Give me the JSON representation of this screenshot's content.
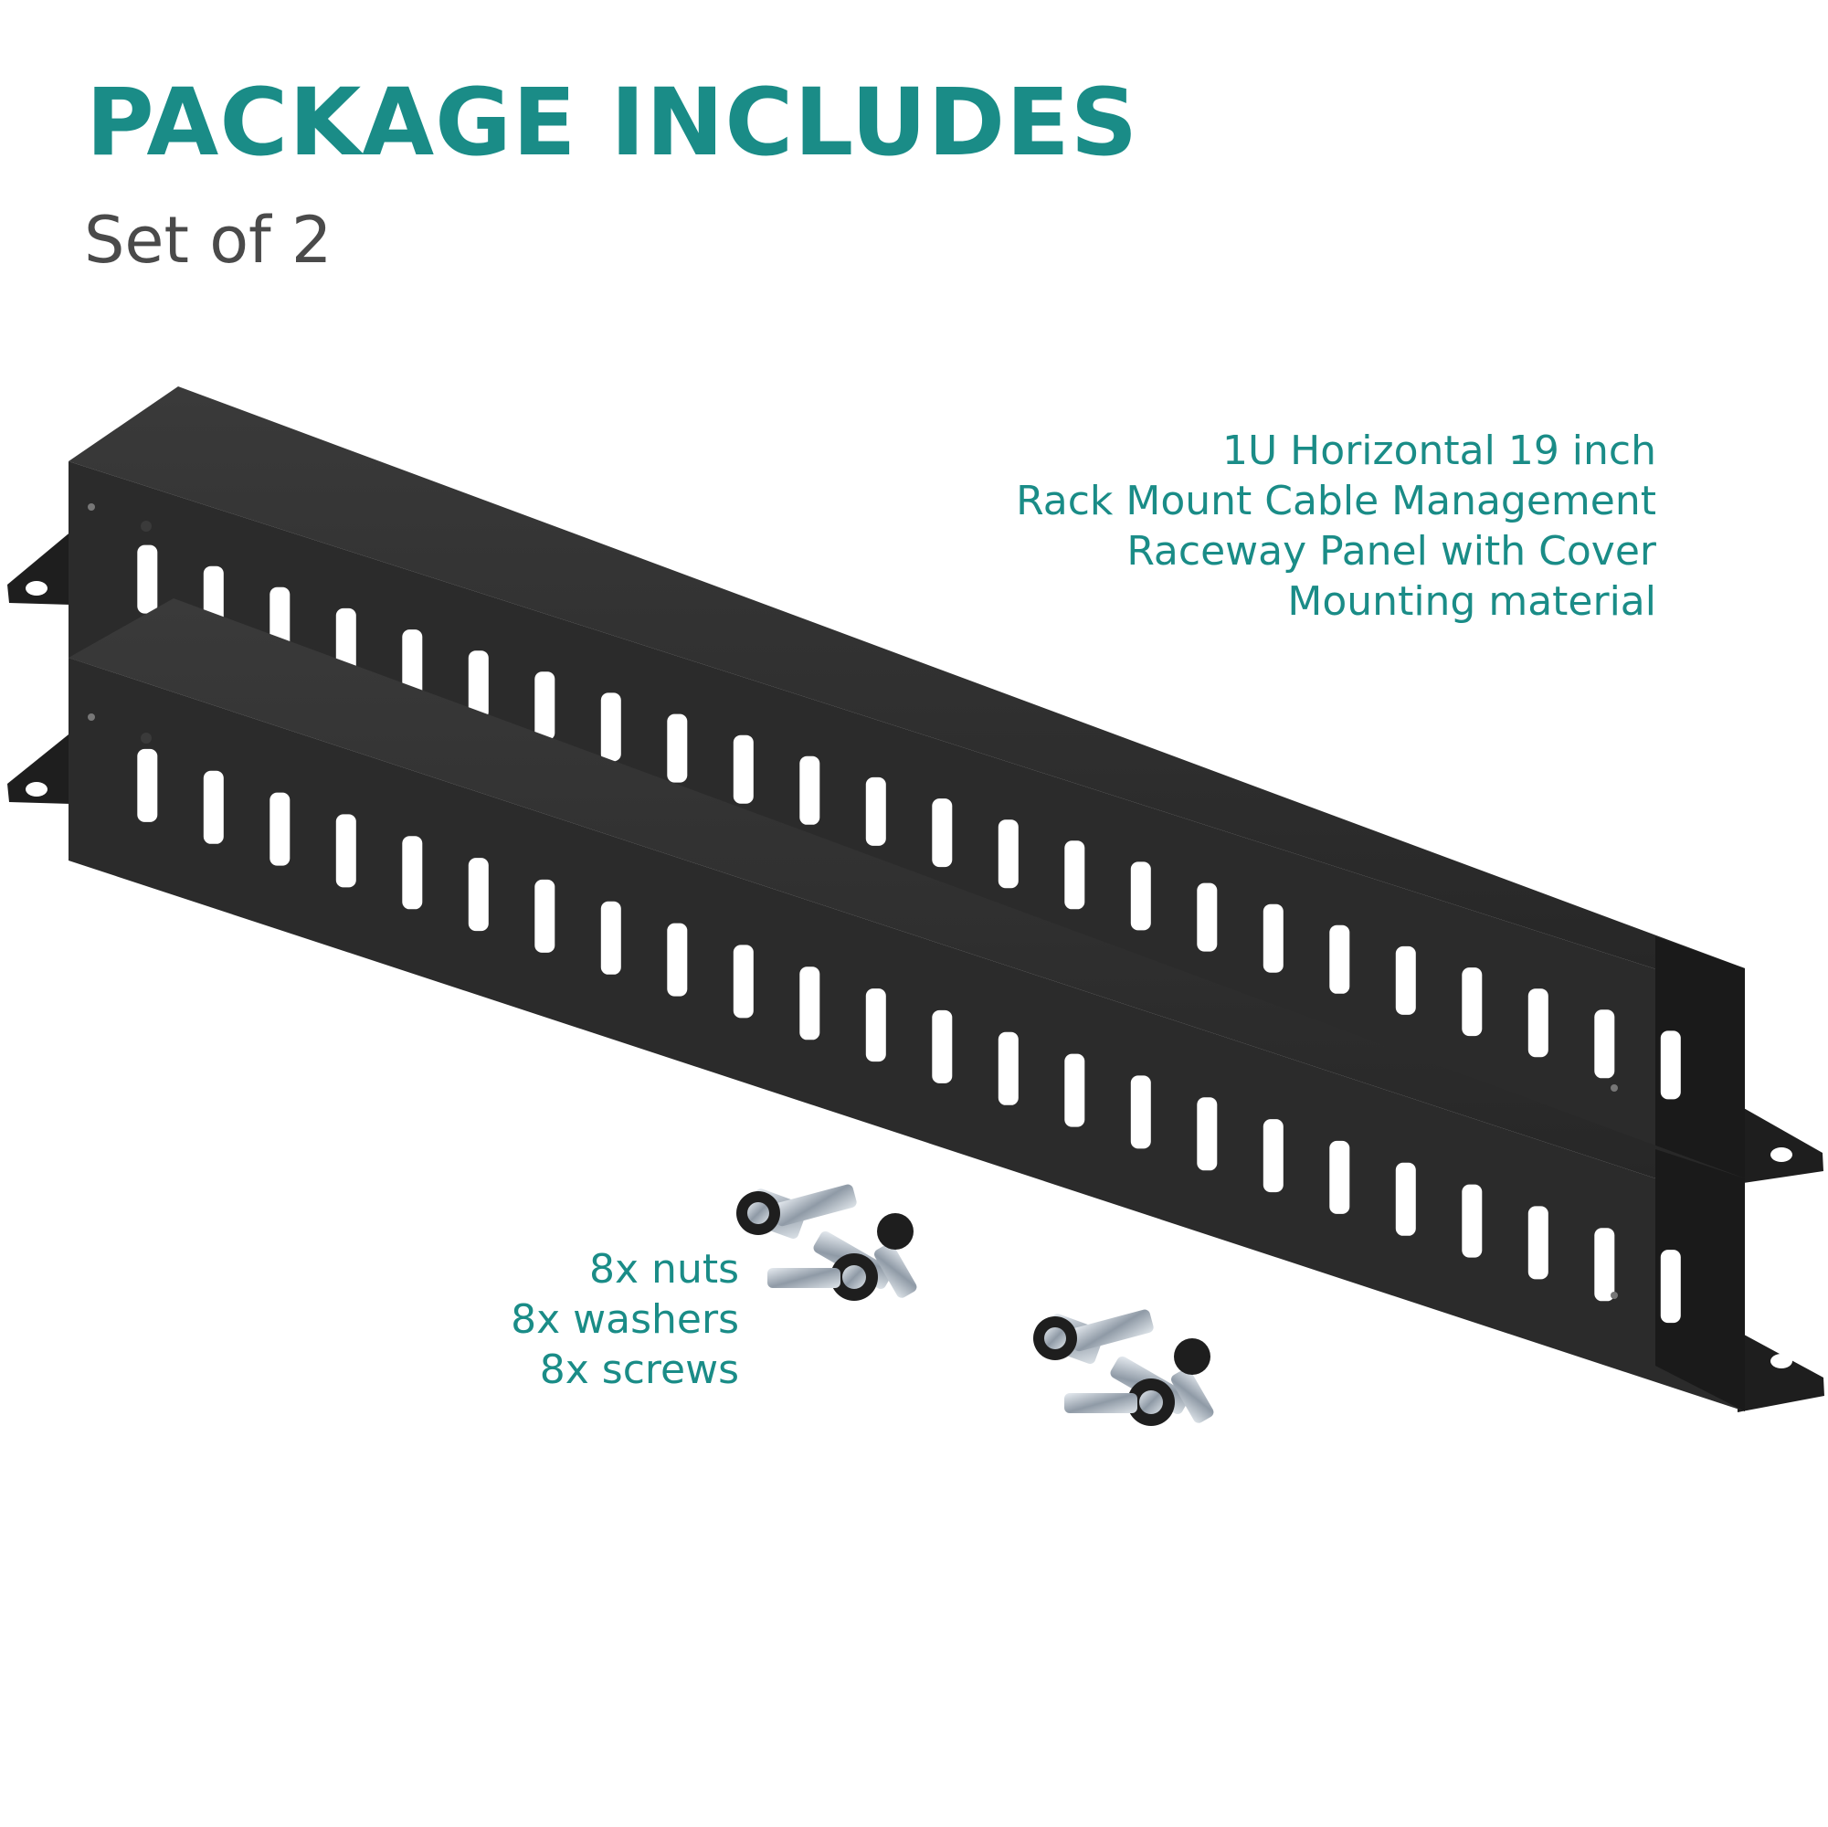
{
  "header": {
    "title": "PACKAGE INCLUDES",
    "subtitle": "Set of 2"
  },
  "product": {
    "lines": [
      "1U Horizontal 19 inch",
      "Rack Mount Cable Management",
      "Raceway Panel with Cover",
      "Mounting material"
    ],
    "quantity": 2,
    "slots_per_panel": 24
  },
  "hardware": {
    "lines": [
      "8x nuts",
      "8x washers",
      "8x screws"
    ]
  },
  "colors": {
    "accent": "#1a8c87",
    "subtitle": "#4a4a4a",
    "panel": "#2b2b2b",
    "background": "#ffffff"
  }
}
